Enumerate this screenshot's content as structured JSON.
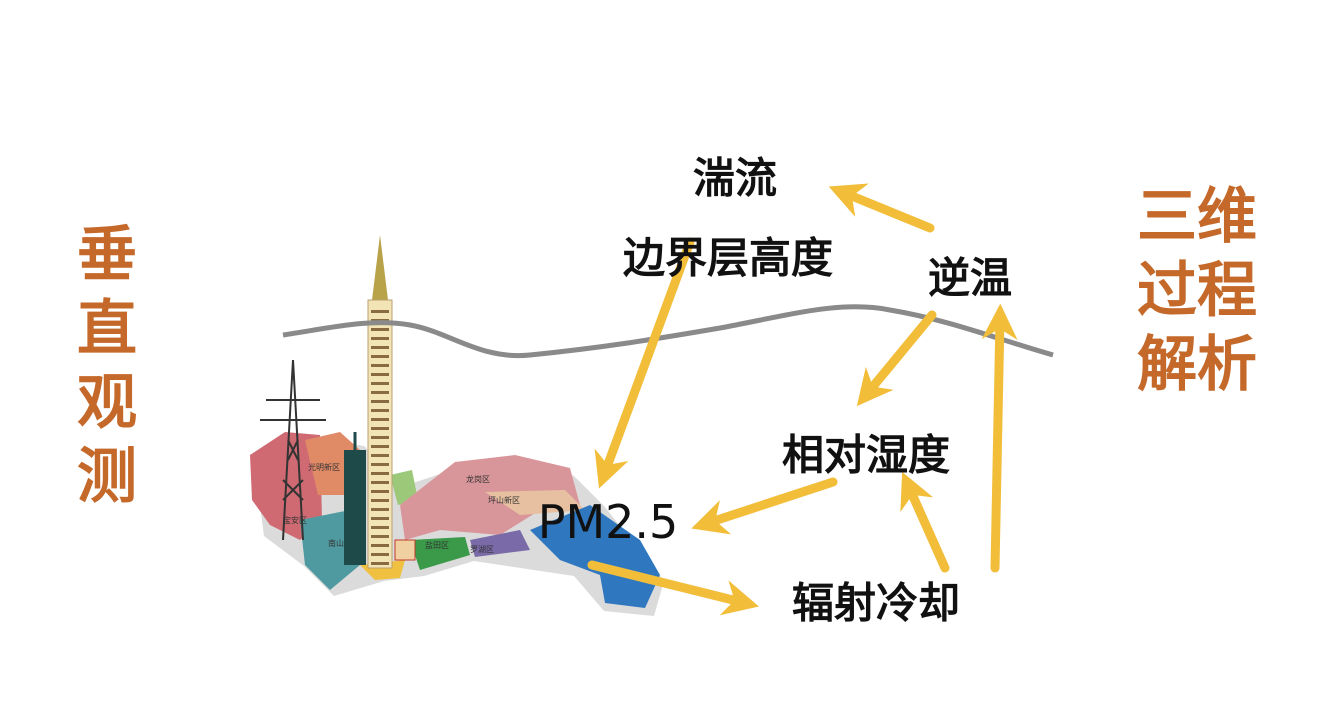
{
  "left_title": [
    "垂",
    "直",
    "观",
    "测"
  ],
  "right_title": [
    "三维",
    "过程",
    "解析"
  ],
  "nodes": {
    "turbulence": "湍流",
    "boundary_layer_height": "边界层高度",
    "inversion": "逆温",
    "relative_humidity": "相对湿度",
    "pm25": "PM2.5",
    "radiative_cooling": "辐射冷却"
  },
  "map_labels": [
    "光明新区",
    "宝安区",
    "南山",
    "龙岗区",
    "坪山新区",
    "罗湖区",
    "盐田区"
  ],
  "colors": {
    "title": "#c5692a",
    "arrow": "#f2be3a",
    "curve": "#8a8a8a"
  }
}
